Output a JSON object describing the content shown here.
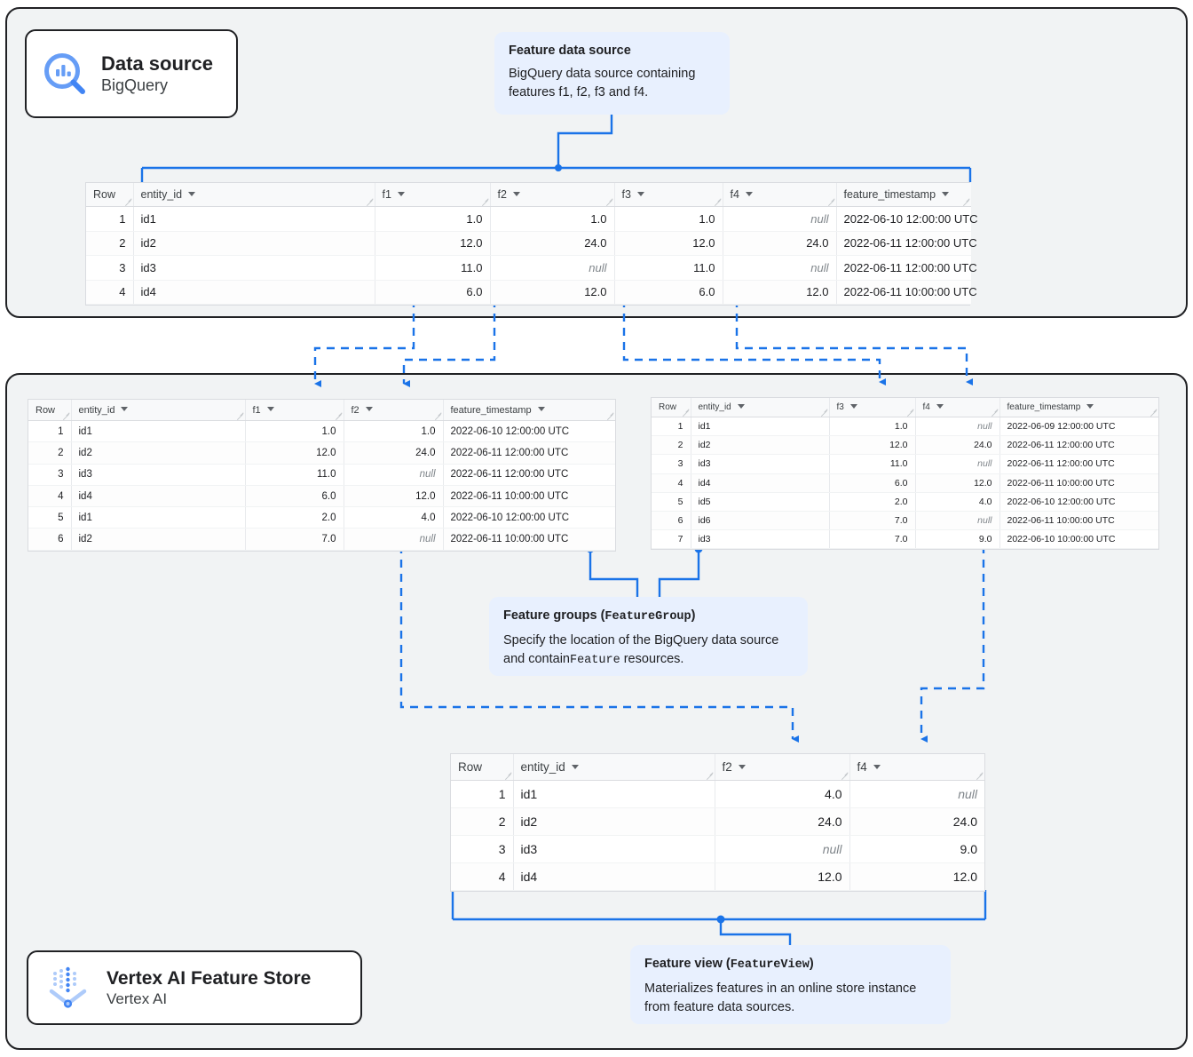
{
  "panels": {
    "datasource": {
      "name": "Data source panel"
    },
    "featurestore": {
      "name": "Vertex AI Feature Store panel"
    }
  },
  "chips": [
    {
      "id": "data-source",
      "title": "Data source",
      "subtitle": "BigQuery",
      "icon": "bigquery-icon"
    },
    {
      "id": "vertex-ai-feature-store",
      "title": "Vertex AI Feature Store",
      "subtitle": "Vertex AI",
      "icon": "vertex-ai-feature-store-icon"
    }
  ],
  "callouts": {
    "feature_data_source": {
      "title": "Feature data source",
      "body": "BigQuery data source containing features f1, f2, f3 and f4."
    },
    "feature_groups": {
      "title_text": "Feature groups (",
      "title_code": "FeatureGroup",
      "title_close": ")",
      "body_part1": "Specify the location of the BigQuery data source and contain",
      "body_code": "Feature",
      "body_part2": " resources."
    },
    "feature_view": {
      "title_text": "Feature view (",
      "title_code": "FeatureView",
      "title_close": ")",
      "body": "Materializes features in an online store instance from feature data sources."
    }
  },
  "colors": {
    "accent_blue": "#1a73e8",
    "callout_bg": "#e8f0fe",
    "panel_bg": "#f1f3f4",
    "panel_border": "#202124",
    "table_header_bg": "#f8f9fa",
    "null_text": "#80868b"
  },
  "tables": {
    "source": {
      "name": "feature-data-source-table",
      "columns": [
        "Row",
        "entity_id",
        "f1",
        "f2",
        "f3",
        "f4",
        "feature_timestamp"
      ],
      "rows": [
        [
          "1",
          "id1",
          "1.0",
          "1.0",
          "1.0",
          "null",
          "2022-06-10 12:00:00 UTC"
        ],
        [
          "2",
          "id2",
          "12.0",
          "24.0",
          "12.0",
          "24.0",
          "2022-06-11 12:00:00 UTC"
        ],
        [
          "3",
          "id3",
          "11.0",
          "null",
          "11.0",
          "null",
          "2022-06-11 12:00:00 UTC"
        ],
        [
          "4",
          "id4",
          "6.0",
          "12.0",
          "6.0",
          "12.0",
          "2022-06-11 10:00:00 UTC"
        ]
      ]
    },
    "feature_group_1": {
      "name": "feature-group-1-table",
      "columns": [
        "Row",
        "entity_id",
        "f1",
        "f2",
        "feature_timestamp"
      ],
      "rows": [
        [
          "1",
          "id1",
          "1.0",
          "1.0",
          "2022-06-10 12:00:00 UTC"
        ],
        [
          "2",
          "id2",
          "12.0",
          "24.0",
          "2022-06-11 12:00:00 UTC"
        ],
        [
          "3",
          "id3",
          "11.0",
          "null",
          "2022-06-11 12:00:00 UTC"
        ],
        [
          "4",
          "id4",
          "6.0",
          "12.0",
          "2022-06-11 10:00:00 UTC"
        ],
        [
          "5",
          "id1",
          "2.0",
          "4.0",
          "2022-06-10 12:00:00 UTC"
        ],
        [
          "6",
          "id2",
          "7.0",
          "null",
          "2022-06-11 10:00:00 UTC"
        ]
      ]
    },
    "feature_group_2": {
      "name": "feature-group-2-table",
      "columns": [
        "Row",
        "entity_id",
        "f3",
        "f4",
        "feature_timestamp"
      ],
      "rows": [
        [
          "1",
          "id1",
          "1.0",
          "null",
          "2022-06-09 12:00:00 UTC"
        ],
        [
          "2",
          "id2",
          "12.0",
          "24.0",
          "2022-06-11 12:00:00 UTC"
        ],
        [
          "3",
          "id3",
          "11.0",
          "null",
          "2022-06-11 12:00:00 UTC"
        ],
        [
          "4",
          "id4",
          "6.0",
          "12.0",
          "2022-06-11 10:00:00 UTC"
        ],
        [
          "5",
          "id5",
          "2.0",
          "4.0",
          "2022-06-10 12:00:00 UTC"
        ],
        [
          "6",
          "id6",
          "7.0",
          "null",
          "2022-06-11 10:00:00 UTC"
        ],
        [
          "7",
          "id3",
          "7.0",
          "9.0",
          "2022-06-10 10:00:00 UTC"
        ]
      ]
    },
    "feature_view": {
      "name": "feature-view-table",
      "columns": [
        "Row",
        "entity_id",
        "f2",
        "f4"
      ],
      "rows": [
        [
          "1",
          "id1",
          "4.0",
          "null"
        ],
        [
          "2",
          "id2",
          "24.0",
          "24.0"
        ],
        [
          "3",
          "id3",
          "null",
          "9.0"
        ],
        [
          "4",
          "id4",
          "12.0",
          "12.0"
        ]
      ]
    }
  }
}
